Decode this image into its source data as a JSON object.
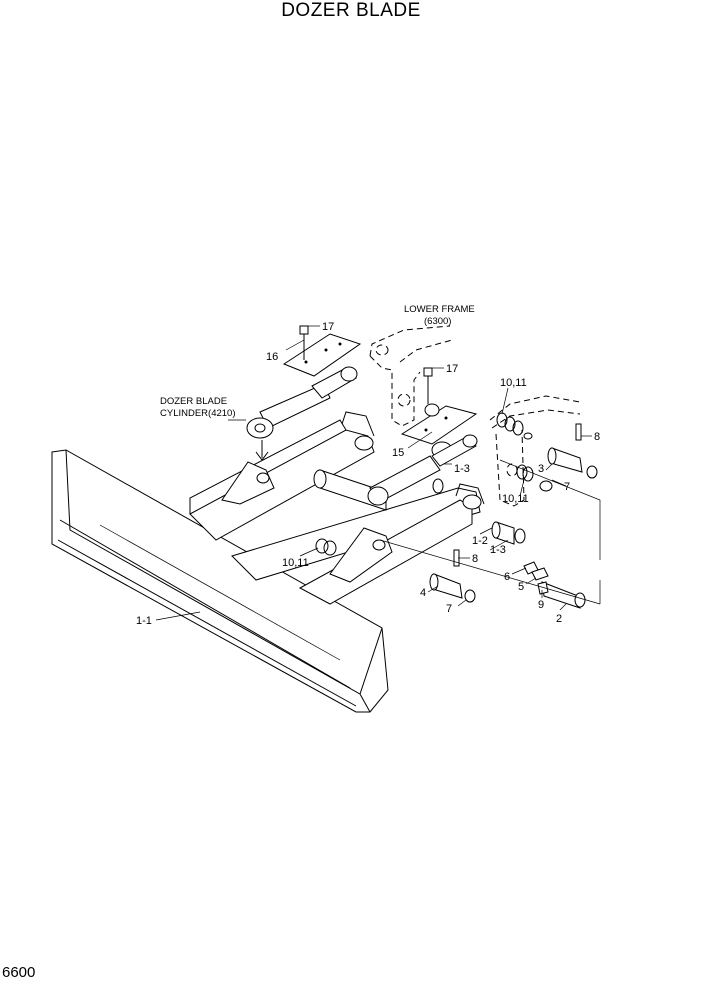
{
  "title": "DOZER BLADE",
  "page_number": "6600",
  "notes": {
    "lower_frame_line1": "LOWER FRAME",
    "lower_frame_line2": "(6300)",
    "cylinder_line1": "DOZER BLADE",
    "cylinder_line2": "CYLINDER(4210)"
  },
  "callouts": {
    "c17a": "17",
    "c16": "16",
    "c17b": "17",
    "c10_11a": "10,11",
    "c8a": "8",
    "c15": "15",
    "c1_3a": "1-3",
    "c3": "3",
    "c7a": "7",
    "c10_11b": "10,11",
    "c1_2": "1-2",
    "c1_3b": "1-3",
    "c10_11c": "10,11",
    "c8b": "8",
    "c6": "6",
    "c5": "5",
    "c4": "4",
    "c7b": "7",
    "c9": "9",
    "c2": "2",
    "c1_1": "1-1"
  }
}
